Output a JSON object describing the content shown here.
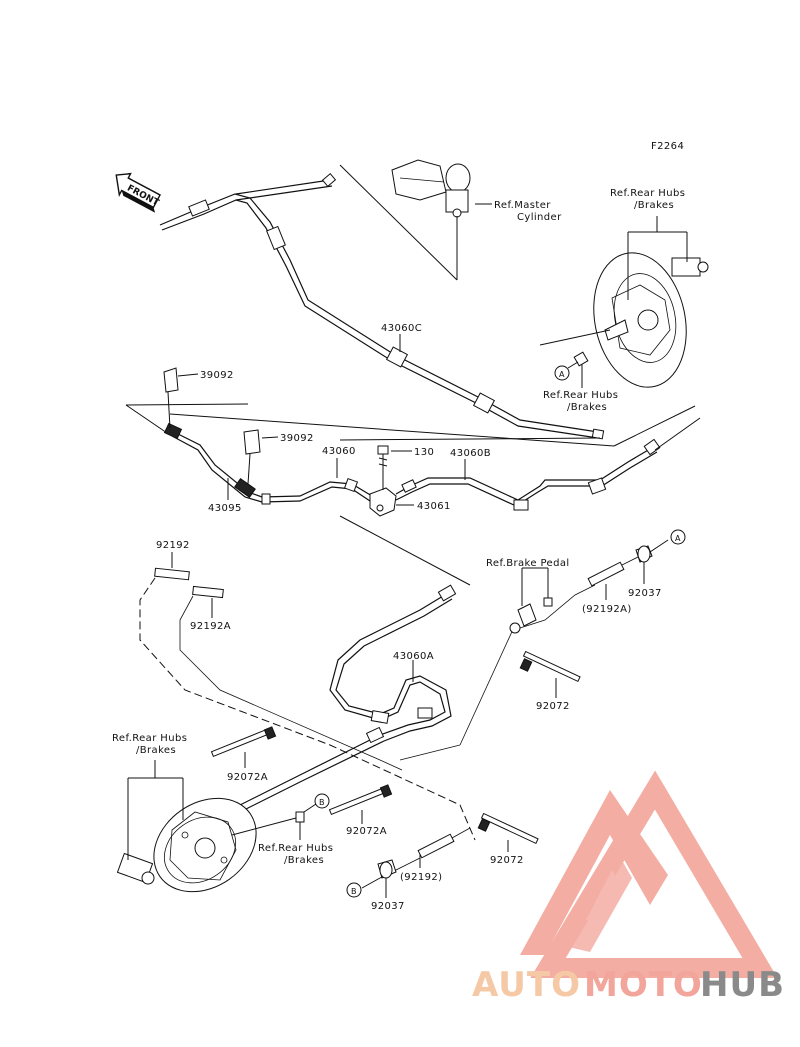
{
  "figure_id": "F2264",
  "front_label": "FRONT",
  "refs": {
    "master_cylinder": [
      "Ref.Master",
      "Cylinder"
    ],
    "rear_hubs_top": [
      "Ref.Rear Hubs",
      "/Brakes"
    ],
    "rear_hubs_mid": [
      "Ref.Rear Hubs",
      "/Brakes"
    ],
    "brake_pedal": "Ref.Brake Pedal",
    "rear_hubs_left": [
      "Ref.Rear Hubs",
      "/Brakes"
    ],
    "rear_hubs_bottom": [
      "Ref.Rear Hubs",
      "/Brakes"
    ]
  },
  "callouts": {
    "A": "A",
    "B": "B"
  },
  "parts": {
    "p43060C": "43060C",
    "p39092_a": "39092",
    "p39092_b": "39092",
    "p43060": "43060",
    "p130": "130",
    "p43060B": "43060B",
    "p43095": "43095",
    "p43061": "43061",
    "p92192_a": "92192",
    "p92192A_a": "92192A",
    "p92192A_b": "(92192A)",
    "p92037_a": "92037",
    "p43060A": "43060A",
    "p92072_a": "92072",
    "p92072A_a": "92072A",
    "p92072A_b": "92072A",
    "p92072_b": "92072",
    "p92192_b": "(92192)",
    "p92037_b": "92037"
  },
  "watermark": {
    "part1": "AUTO",
    "part2": "MOTO",
    "part3": "HUB",
    "color_light": "#f6c9a6",
    "color_mid": "#f2a59a",
    "color_dark": "#8a8a8a"
  }
}
